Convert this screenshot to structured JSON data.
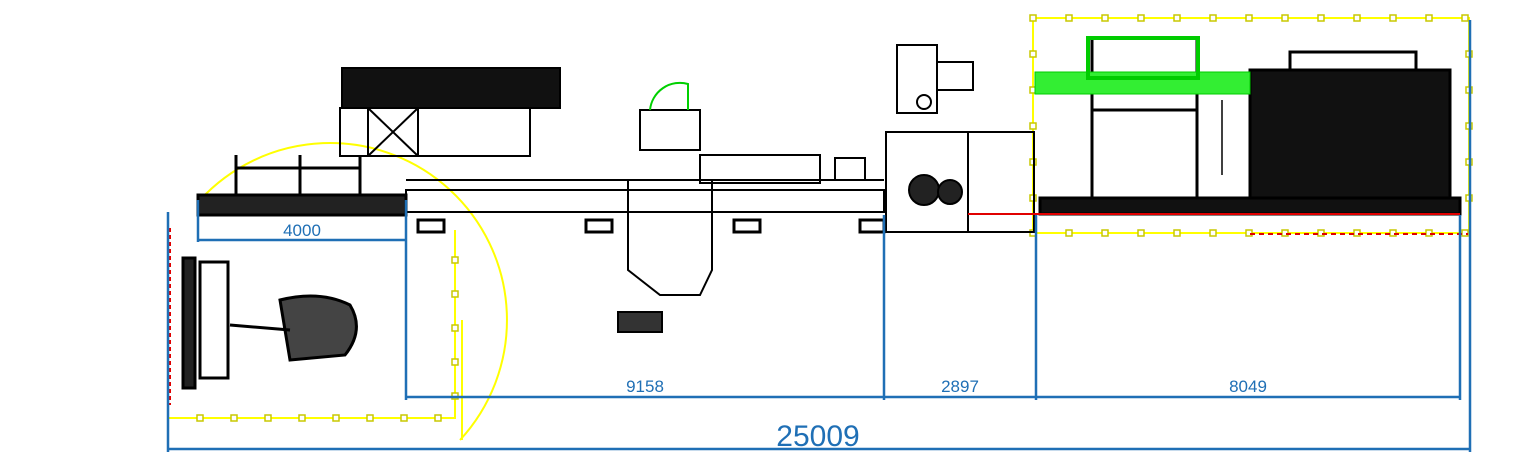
{
  "drawing": {
    "dimensions": {
      "infeed_length": "4000",
      "main_section": "9158",
      "middle_section": "2897",
      "end_section": "8049",
      "total_length": "25009"
    },
    "colors": {
      "dimension": "#1f6fb5",
      "highlight": "#ffff00",
      "selection": "#00ff00",
      "conveyor_line": "#e00000",
      "machine": "#000000"
    }
  }
}
